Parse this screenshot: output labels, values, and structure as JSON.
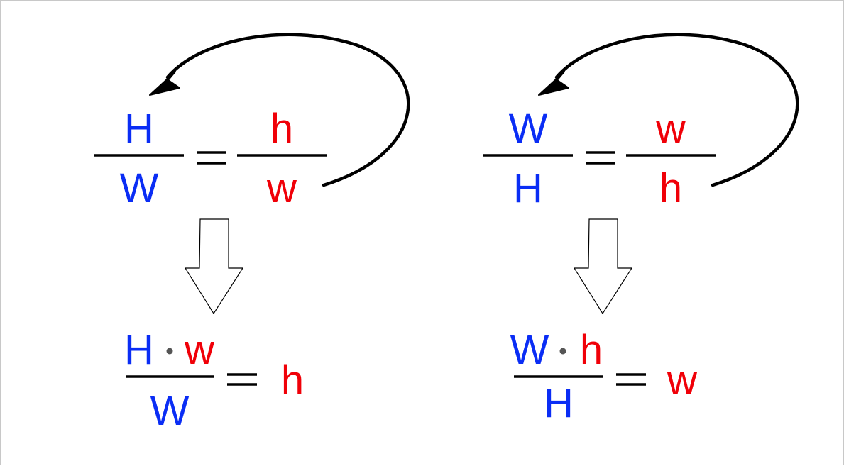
{
  "colors": {
    "large": "#0a2df5",
    "small": "#f00008",
    "ink": "#000000",
    "dot": "#555555"
  },
  "left": {
    "top": {
      "frac1_num": "H",
      "frac1_den": "W",
      "equals": "=",
      "frac2_num": "h",
      "frac2_den": "w"
    },
    "bottom": {
      "num_left": "H",
      "num_right": "w",
      "den": "W",
      "equals": "=",
      "result": "h"
    }
  },
  "right": {
    "top": {
      "frac1_num": "W",
      "frac1_den": "H",
      "equals": "=",
      "frac2_num": "w",
      "frac2_den": "h"
    },
    "bottom": {
      "num_left": "W",
      "num_right": "h",
      "den": "H",
      "equals": "=",
      "result": "w"
    }
  }
}
